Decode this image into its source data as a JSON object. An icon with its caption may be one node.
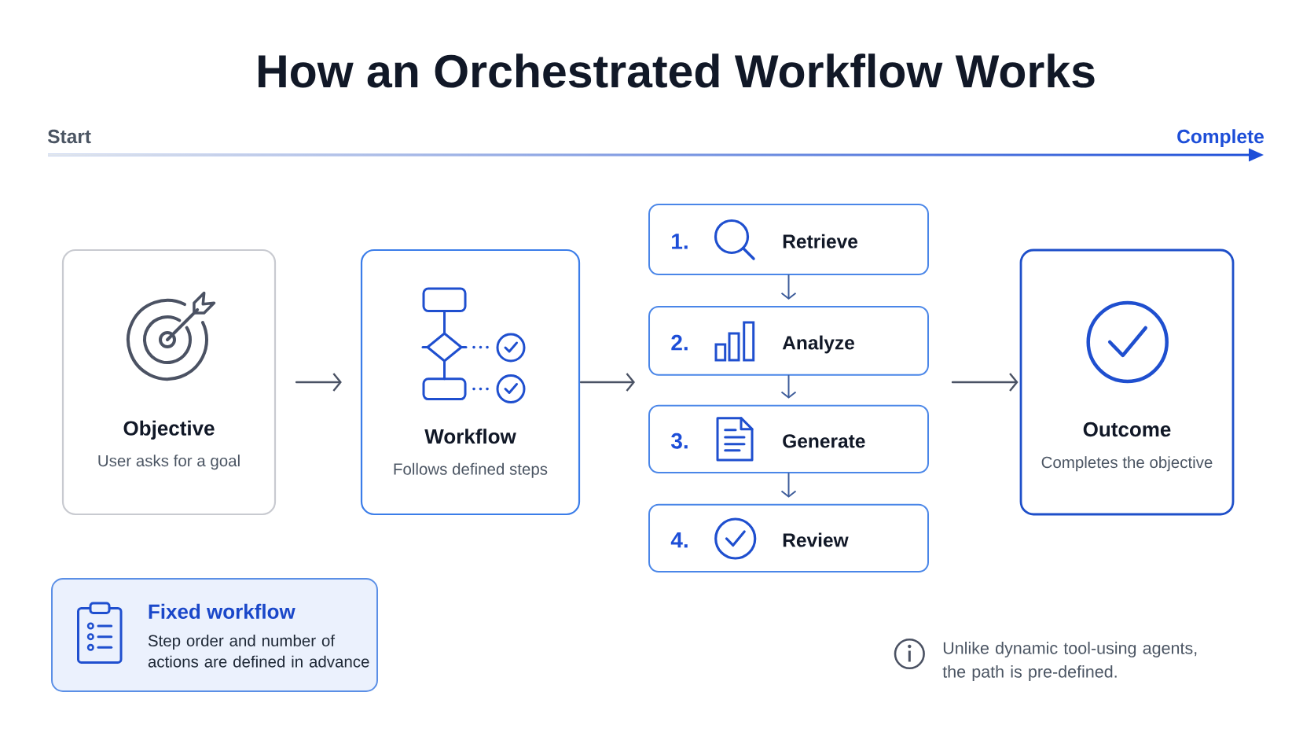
{
  "diagram": {
    "title": "How an Orchestrated Workflow Works",
    "nodes": [
      {
        "text": [
          "Objective",
          "User asks for a goal"
        ]
      },
      {
        "text": [
          "Workflow",
          "Follows defined steps"
        ]
      },
      {
        "text": [
          "1.",
          "Retrieve"
        ]
      },
      {
        "text": [
          "2.",
          "Analyze"
        ]
      },
      {
        "text": [
          "3.",
          "Generate"
        ]
      },
      {
        "text": [
          "4.",
          "Review"
        ]
      },
      {
        "text": [
          "Outcome",
          "Completes the objective"
        ]
      },
      {
        "text": [
          "Fixed workflow",
          "Step order and number of actions are defined in advance"
        ]
      }
    ],
    "edges": [
      {
        "from": 0,
        "to": 1,
        "arrow": "to"
      },
      {
        "from": 1,
        "to": null,
        "arrow": "to"
      },
      {
        "from": 2,
        "to": 3,
        "arrow": "to",
        "color": "#3d5c9a"
      },
      {
        "from": 3,
        "to": 4,
        "arrow": "to",
        "color": "#3d5c9a"
      },
      {
        "from": 4,
        "to": 5,
        "arrow": "to",
        "color": "#3d5c9a"
      },
      {
        "from": null,
        "to": 6,
        "arrow": "to"
      }
    ],
    "labels": [
      "Start",
      "Complete",
      "Unlike dynamic tool-using agents, the path is pre-defined."
    ]
  }
}
